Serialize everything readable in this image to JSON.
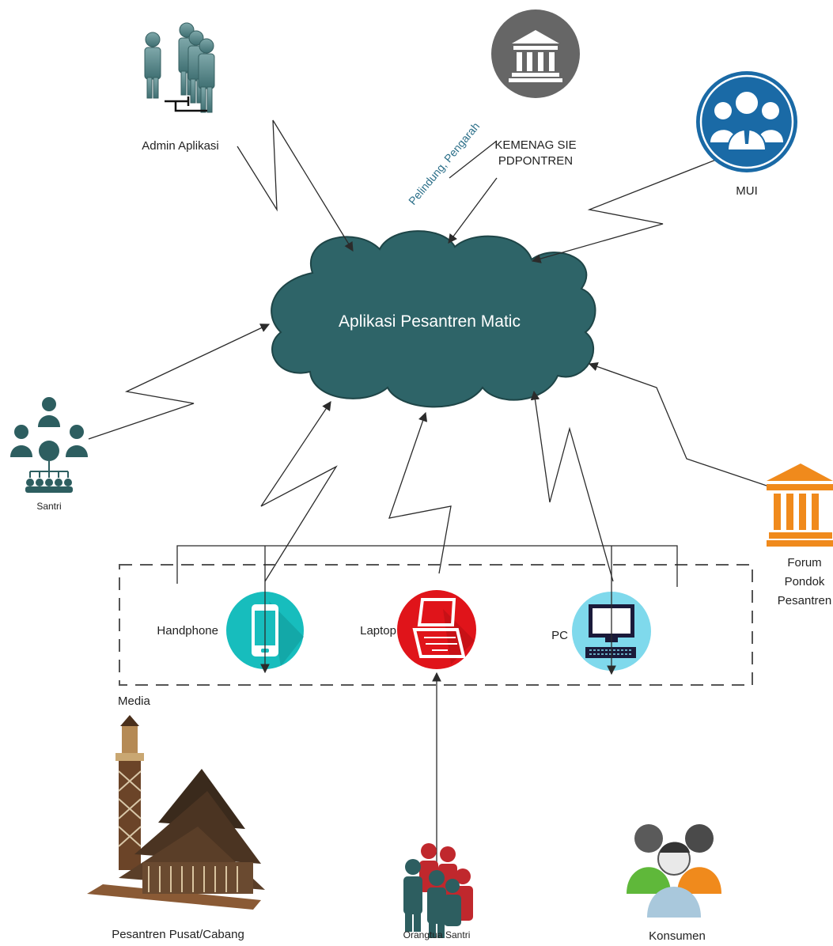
{
  "cloud": {
    "title": "Aplikasi Pesantren Matic"
  },
  "actors": {
    "admin": "Admin Aplikasi",
    "kemenag_line1": "KEMENAG SIE",
    "kemenag_line2": "PDPONTREN",
    "kemenag_role": "Pelindung, Pengarah",
    "mui": "MUI",
    "santri": "Santri",
    "forum_line1": "Forum",
    "forum_line2": "Pondok",
    "forum_line3": "Pesantren"
  },
  "media": {
    "label": "Media",
    "handphone": "Handphone",
    "laptop": "Laptop",
    "pc": "PC"
  },
  "users": {
    "pesantren": "Pesantren Pusat/Cabang",
    "orangtua": "Orangtua Santri",
    "konsumen": "Konsumen"
  },
  "colors": {
    "cloud": "#2e6468",
    "kemenag": "#666666",
    "mui": "#1a6aa6",
    "forum": "#f08a1c",
    "handphone": "#17bdbd",
    "laptop": "#e0141a",
    "pc": "#7fd9ec",
    "people_teal": "#2d5e60"
  }
}
